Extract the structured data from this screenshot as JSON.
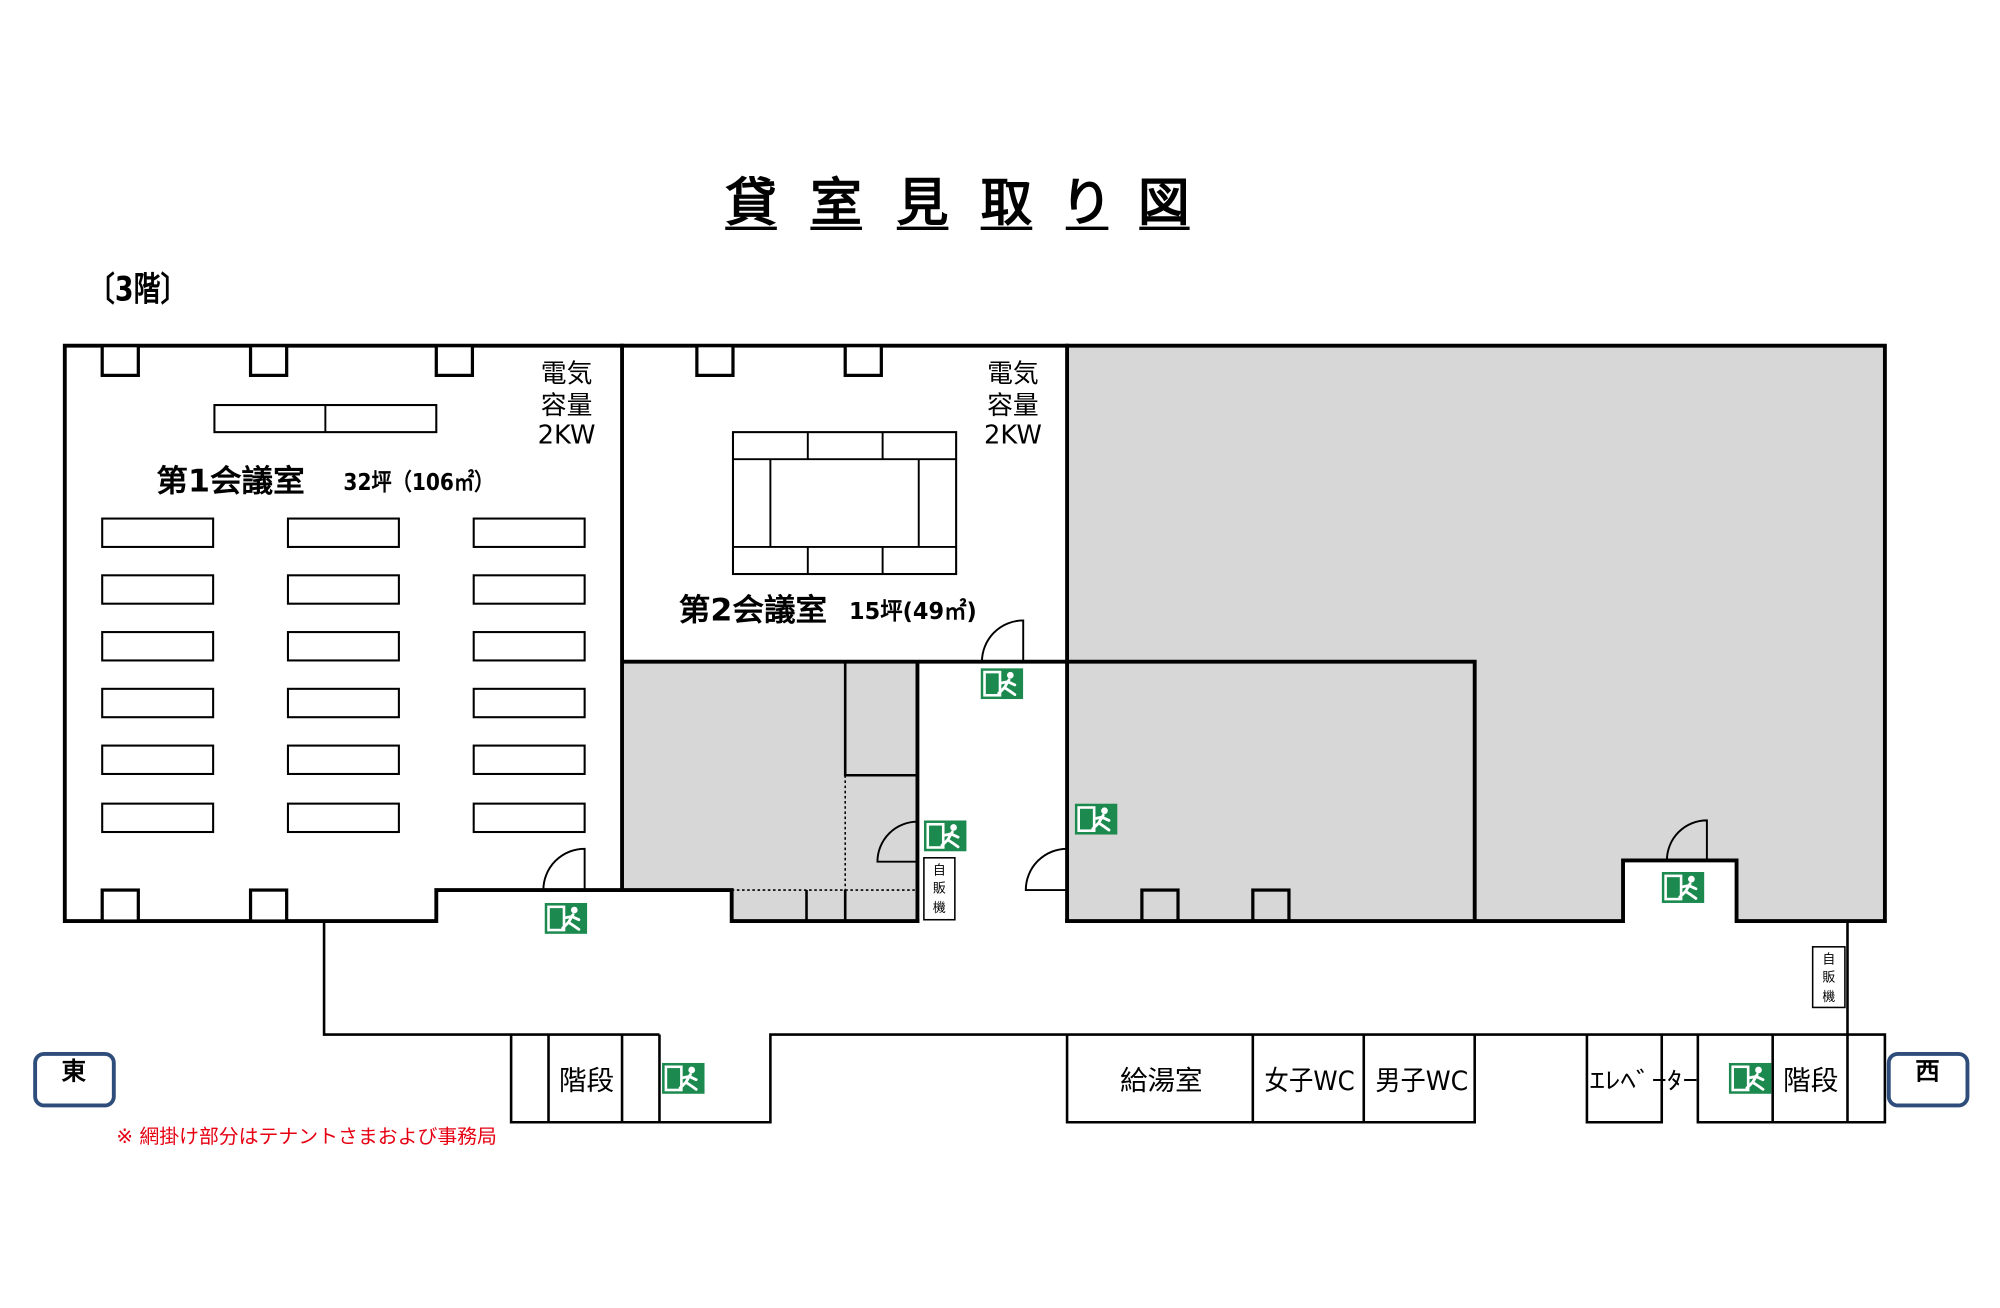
{
  "title": {
    "chars": [
      "貸",
      "室",
      "見",
      "取",
      "り",
      "図"
    ]
  },
  "floor_label": "〔3階〕",
  "rooms": {
    "room1": {
      "name": "第1会議室",
      "area": "32坪（106㎡）",
      "power": [
        "電気",
        "容量",
        "2KW"
      ]
    },
    "room2": {
      "name": "第2会議室",
      "area": "15坪(49㎡)",
      "power": [
        "電気",
        "容量",
        "2KW"
      ]
    }
  },
  "facilities": {
    "stairs_east": "階段",
    "kitchenette": "給湯室",
    "womens_wc": "女子WC",
    "mens_wc": "男子WC",
    "elevator": "ｴﾚﾍﾞｰﾀｰ",
    "stairs_west": "階段"
  },
  "vending_machine": {
    "chars": [
      "自",
      "販",
      "機"
    ]
  },
  "directions": {
    "east": "東",
    "west": "西"
  },
  "note": "※ 網掛け部分はテナントさまおよび事務局",
  "icons": {
    "exit_sign": "emergency-exit-icon"
  },
  "colors": {
    "tenant_area": "#d7d7d7",
    "exit_sign": "#1c8a4e",
    "note": "#e60012",
    "direction_border": "#2e4d7b",
    "wall": "#000000"
  }
}
